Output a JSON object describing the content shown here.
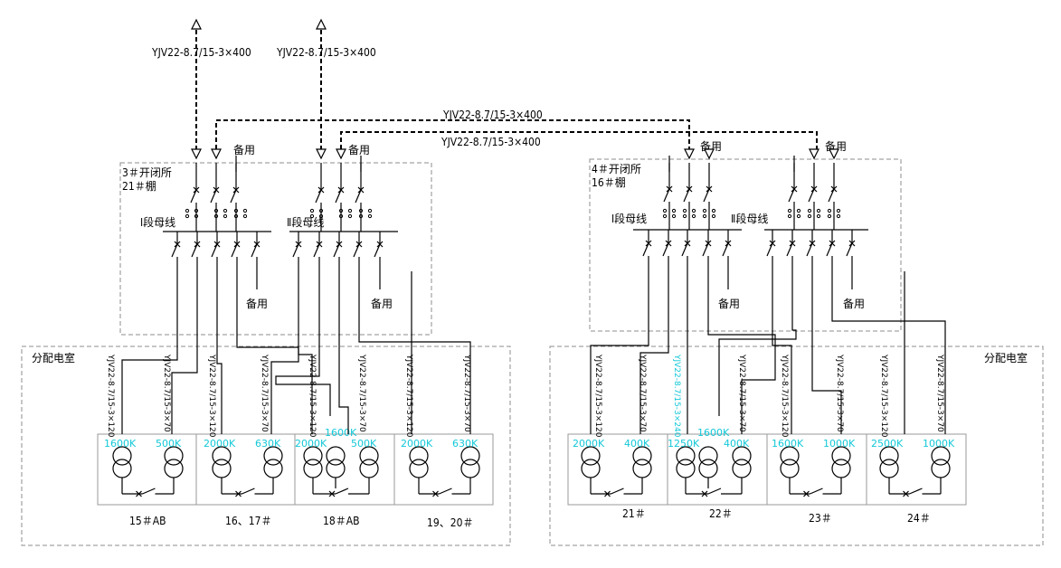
{
  "feeders": [
    {
      "cable": "YJV22-8.7/15-3×400"
    },
    {
      "cable": "YJV22-8.7/15-3×400"
    }
  ],
  "ties": [
    {
      "cable": "YJV22-8.7/15-3×400"
    },
    {
      "cable": "YJV22-8.7/15-3×400"
    }
  ],
  "left_station": {
    "name": "3＃开闭所",
    "room": "21＃棚",
    "bus1": "Ⅰ段母线",
    "bus2": "Ⅱ段母线",
    "spare_top": "备用",
    "spare_bottom": [
      "备用",
      "备用"
    ]
  },
  "right_station": {
    "name": "4＃开闭所",
    "room": "16＃棚",
    "bus1": "Ⅰ段母线",
    "bus2": "Ⅱ段母线",
    "spare_top": [
      "备用",
      "备用"
    ],
    "spare_bottom": [
      "备用",
      "备用"
    ]
  },
  "left_rooms": {
    "title": "分配电室",
    "cables": [
      "YJV22-8.7/15-3×120",
      "YJV22-8.7/15-3×70",
      "YJV22-8.7/15-3×120",
      "YJV22-8.7/15-3×70",
      "YJV22-8.7/15-3×120",
      "YJV22-8.7/15-3×70",
      "YJV22-8.7/15-3×120",
      "YJV22-8.7/15-3×70"
    ],
    "cells": [
      {
        "label": "15＃AB",
        "transformers": [
          "1600K",
          "500K"
        ]
      },
      {
        "label": "16、17＃",
        "transformers": [
          "2000K",
          "630K"
        ]
      },
      {
        "label": "18＃AB",
        "transformers": [
          "2000K",
          "1600K",
          "500K"
        ]
      },
      {
        "label": "19、20＃",
        "transformers": [
          "2000K",
          "630K"
        ]
      }
    ]
  },
  "right_rooms": {
    "title": "分配电室",
    "cables": [
      "YJV22-8.7/15-3×120",
      "YJV22-8.7/15-3×70",
      "YJV22-8.7/15-3×240",
      "YJV22-8.7/15-3×70",
      "YJV22-8.7/15-3×120",
      "YJV22-8.7/15-3×70",
      "YJV22-8.7/15-3×120",
      "YJV22-8.7/15-3×70"
    ],
    "cells": [
      {
        "label": "21＃",
        "transformers": [
          "2000K",
          "400K"
        ]
      },
      {
        "label": "22＃",
        "transformers": [
          "1250K",
          "1600K",
          "400K"
        ]
      },
      {
        "label": "23＃",
        "transformers": [
          "1600K",
          "1000K"
        ]
      },
      {
        "label": "24＃",
        "transformers": [
          "2500K",
          "1000K"
        ]
      }
    ]
  },
  "colors": {
    "line": "#000000",
    "capacity": "#13c8d8",
    "frame": "#8c8c8c"
  }
}
